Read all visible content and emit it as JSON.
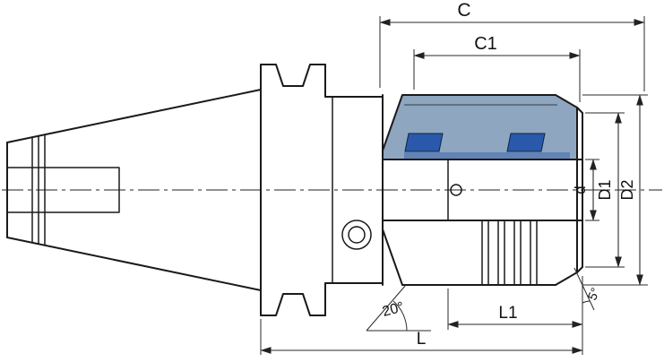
{
  "labels": {
    "c": "C",
    "c1": "C1",
    "d": "d",
    "d1": "D1",
    "d2": "D2",
    "l1": "L1",
    "l": "L",
    "angle_20": "20°",
    "angle_5": "5°"
  },
  "colors": {
    "outline": "#1a1a1a",
    "highlight": "#8ea6c0",
    "slot": "#2a58ab",
    "background": "#ffffff"
  }
}
